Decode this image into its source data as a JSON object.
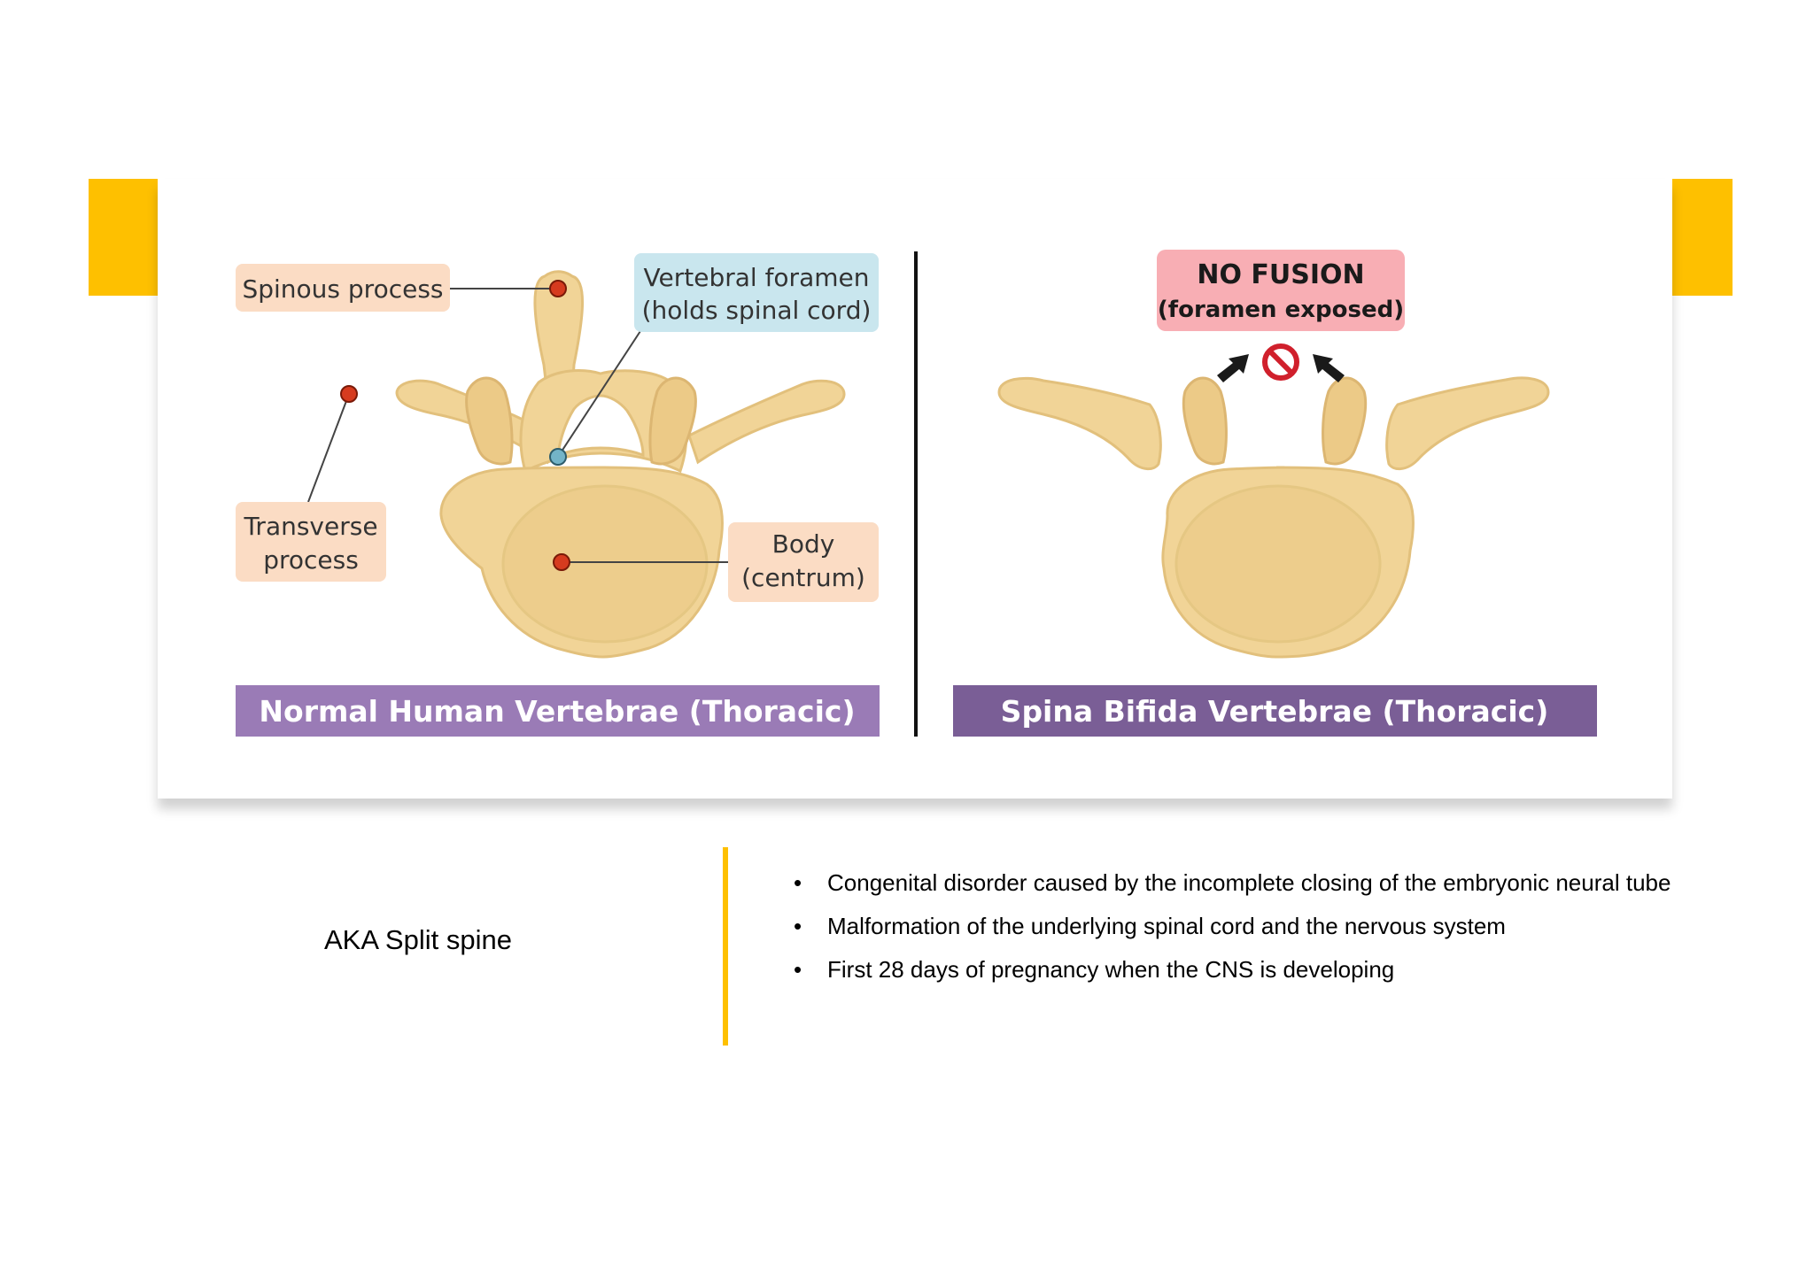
{
  "figure": {
    "normal": {
      "spinous_label": "Spinous process",
      "foramen_label_1": "Vertebral foramen",
      "foramen_label_2": "(holds spinal cord)",
      "transverse_label_1": "Transverse",
      "transverse_label_2": "process",
      "body_label_1": "Body",
      "body_label_2": "(centrum)",
      "banner": "Normal Human Vertebrae (Thoracic)"
    },
    "bifida": {
      "warning_1": "NO FUSION",
      "warning_2": "(foramen exposed)",
      "banner": "Spina Bifida Vertebrae (Thoracic)"
    },
    "colors": {
      "bone": "#f1d497",
      "bone_edge": "#e2c07c",
      "label_peach": "#fbdcc4",
      "label_blue": "#c9e6ee",
      "warning_pink": "#f8aeb4",
      "banner_left": "#9a7bb6",
      "banner_right": "#7a5e96",
      "accent": "#fec000"
    }
  },
  "aka": "AKA Split spine",
  "bullets": [
    "Congenital disorder caused by the incomplete closing of the embryonic neural tube",
    "Malformation of the underlying spinal cord and the nervous system",
    "First 28 days of pregnancy when the CNS is developing"
  ]
}
